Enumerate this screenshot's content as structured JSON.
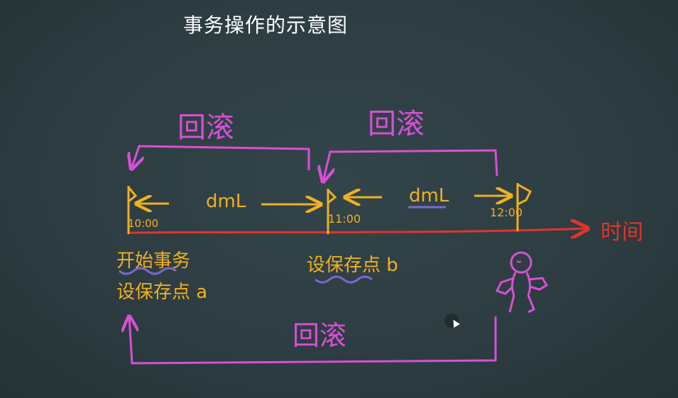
{
  "title": "事务操作的示意图",
  "colors": {
    "background": "#2d3d42",
    "timeline": "#e2342a",
    "events": "#f0b020",
    "rollback": "#d94fd6",
    "underline": "#7a6ad0"
  },
  "labels": {
    "rollback_top_left": "回滚",
    "rollback_top_right": "回滚",
    "rollback_bottom": "回滚",
    "dml_left": "dmL",
    "dml_right": "dmL",
    "time_axis": "时间",
    "t1": "10:00",
    "t2": "11:00",
    "t3": "12:00",
    "begin_tx": "开始事务",
    "savepoint_a": "设保存点 a",
    "savepoint_b": "设保存点 b"
  },
  "icons": {
    "stick_figure": "person-icon",
    "cursor": "cursor-icon"
  }
}
